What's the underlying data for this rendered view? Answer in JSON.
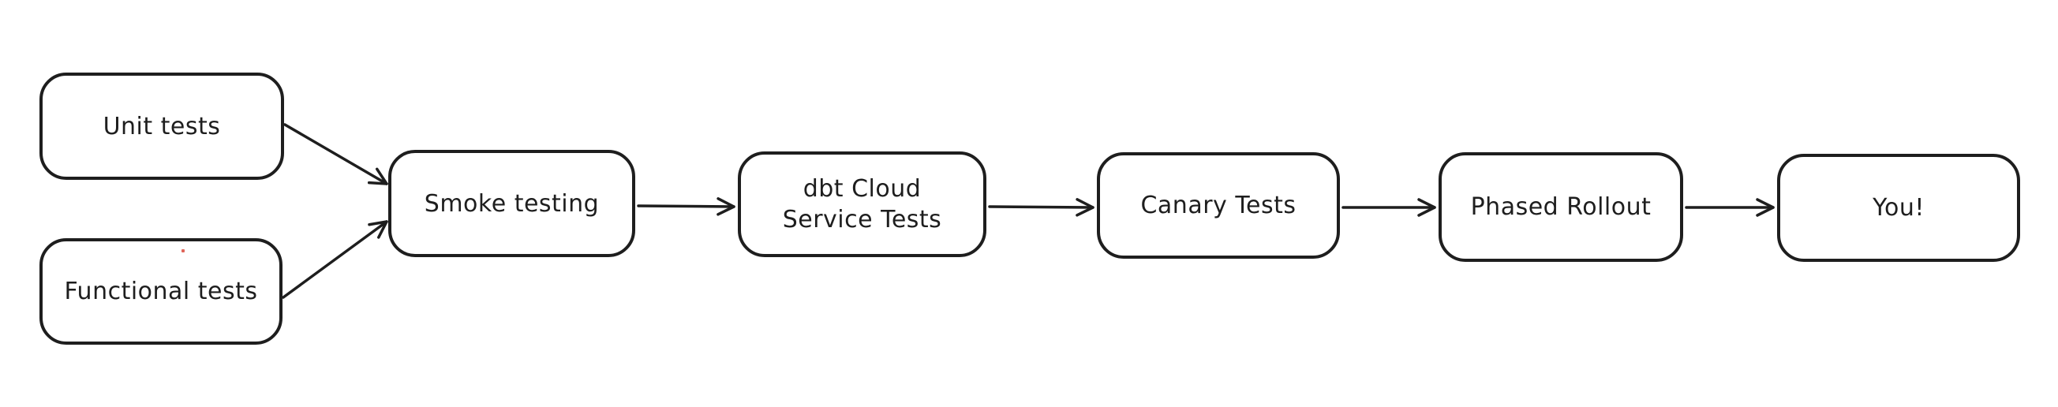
{
  "diagram": {
    "background_color": "#ffffff",
    "stroke_color": "#1e1e1e",
    "text_color": "#1e1e1e",
    "stray_dot_color": "#e0655a",
    "nodes": [
      {
        "id": "unit-tests",
        "label": "Unit tests"
      },
      {
        "id": "functional-tests",
        "label": "Functional tests"
      },
      {
        "id": "smoke-testing",
        "label": "Smoke testing"
      },
      {
        "id": "dbt-cloud-service-tests",
        "label": "dbt Cloud\nService Tests"
      },
      {
        "id": "canary-tests",
        "label": "Canary Tests"
      },
      {
        "id": "phased-rollout",
        "label": "Phased Rollout"
      },
      {
        "id": "you",
        "label": "You!"
      }
    ],
    "edges": [
      {
        "from": "unit-tests",
        "to": "smoke-testing"
      },
      {
        "from": "functional-tests",
        "to": "smoke-testing"
      },
      {
        "from": "smoke-testing",
        "to": "dbt-cloud-service-tests"
      },
      {
        "from": "dbt-cloud-service-tests",
        "to": "canary-tests"
      },
      {
        "from": "canary-tests",
        "to": "phased-rollout"
      },
      {
        "from": "phased-rollout",
        "to": "you"
      }
    ]
  }
}
